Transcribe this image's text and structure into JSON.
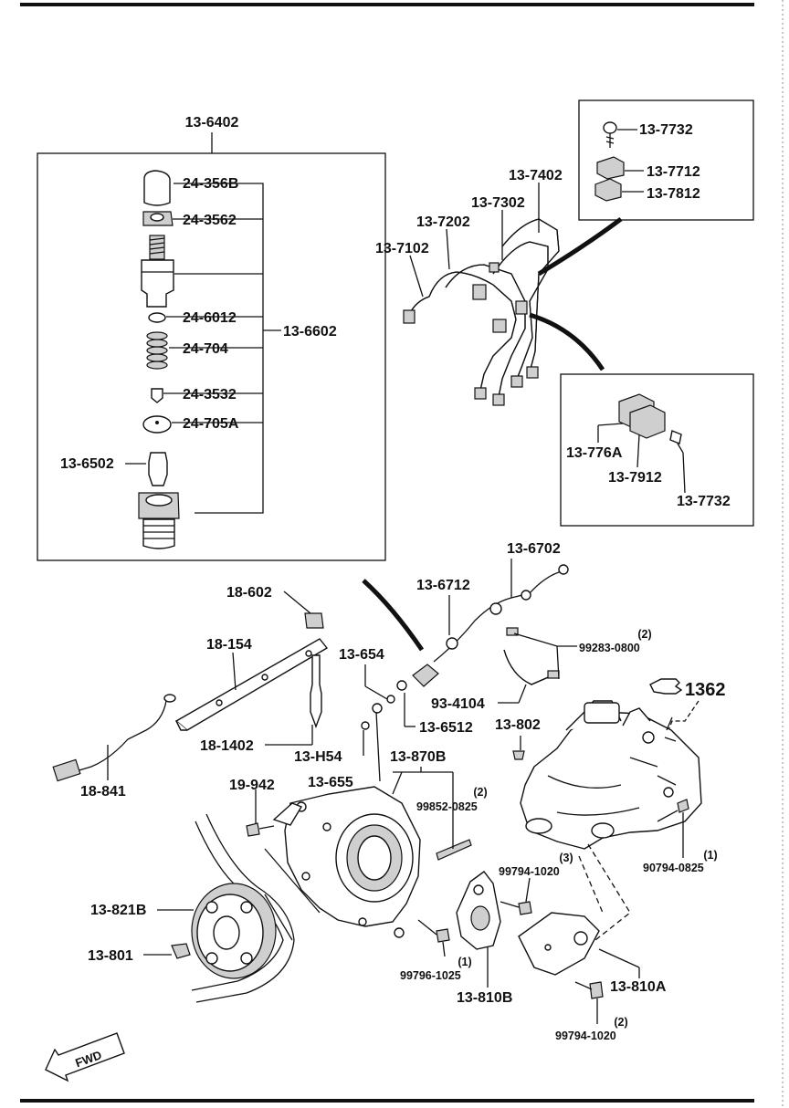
{
  "injector_group": {
    "assembly": "13-6402",
    "set": "13-6602",
    "parts": [
      "24-356B",
      "24-3562",
      "24-6012",
      "24-704",
      "24-3532",
      "24-705A"
    ],
    "nozzle": "13-6502"
  },
  "pipes_group": {
    "pipes": [
      "13-7402",
      "13-7302",
      "13-7202",
      "13-7102"
    ],
    "inset_top": [
      "13-7732",
      "13-7712",
      "13-7812"
    ],
    "inset_bottom": [
      "13-776A",
      "13-7912",
      "13-7732"
    ]
  },
  "glow_group": {
    "nut": "18-602",
    "plate": "18-154",
    "plug": "18-1402",
    "harness": "18-841"
  },
  "fuel_group": {
    "return_pipe": "13-6702",
    "bolt_a": "13-6712",
    "gasket_a": "13-654",
    "gasket_b": "13-6512",
    "hose": "93-4104",
    "clip": "99283-0800",
    "clip_qty": "(2)",
    "fitting": "13-H54",
    "washer": "13-655",
    "cap": "13-802",
    "ref_page": "1362"
  },
  "pump_group": {
    "housing": "13-870B",
    "stud": "99852-0825",
    "stud_qty": "(2)",
    "bolt_left": "19-942",
    "pulley": "13-821B",
    "nut": "13-801",
    "bolt_lower": "99796-1025",
    "bolt_lower_qty": "(1)",
    "bracket_b": "13-810B",
    "bolt_mid": "99794-1020",
    "bolt_mid_qty": "(3)",
    "bracket_a": "13-810A",
    "bolt_a2": "99794-1020",
    "bolt_a2_qty": "(2)",
    "bolt_right": "90794-0825",
    "bolt_right_qty": "(1)"
  },
  "fwd_arrow": "FWD"
}
